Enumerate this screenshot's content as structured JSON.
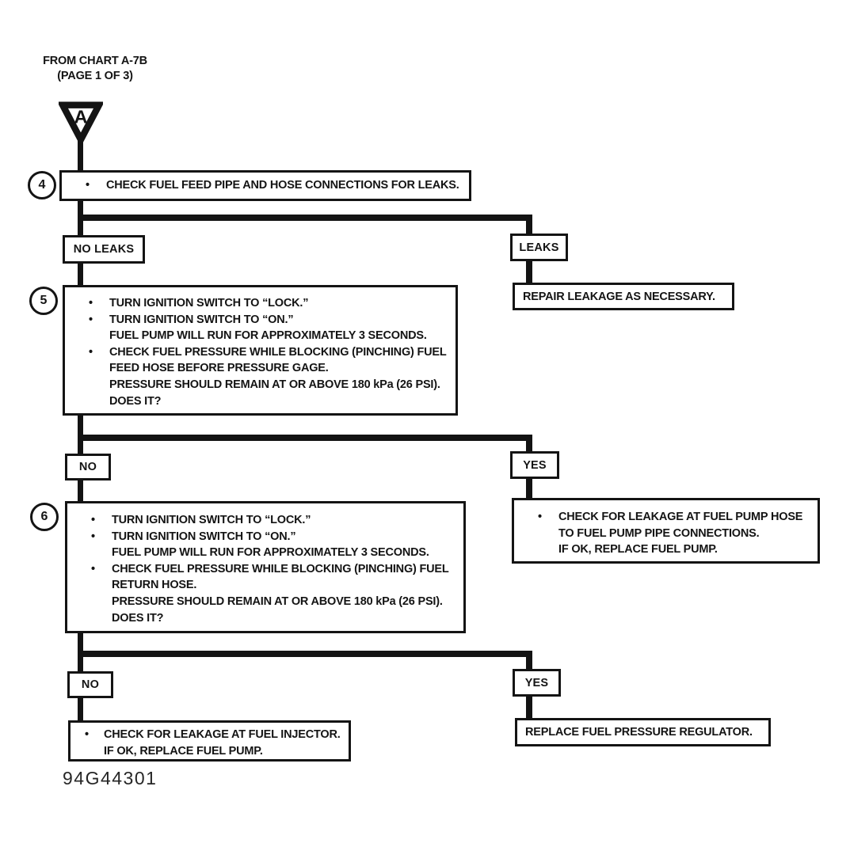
{
  "header": {
    "source_line1": "FROM CHART A-7B",
    "source_line2": "(PAGE 1 OF 3)",
    "connector_letter": "A"
  },
  "figure_number": "94G44301",
  "colors": {
    "ink": "#141414",
    "paper": "#ffffff"
  },
  "decision_labels": {
    "no_leaks": "NO LEAKS",
    "leaks": "LEAKS",
    "no_1": "NO",
    "yes_1": "YES",
    "no_2": "NO",
    "yes_2": "YES"
  },
  "steps": {
    "step4": {
      "number": "4",
      "lines": [
        {
          "marker": "•",
          "text": "CHECK FUEL FEED PIPE AND HOSE CONNECTIONS FOR LEAKS."
        }
      ]
    },
    "step5": {
      "number": "5",
      "lines": [
        {
          "marker": "•",
          "text": "TURN IGNITION SWITCH TO “LOCK.”"
        },
        {
          "marker": "•",
          "text": "TURN IGNITION SWITCH TO “ON.”"
        },
        {
          "marker": "",
          "text": "FUEL PUMP WILL RUN FOR APPROXIMATELY 3 SECONDS."
        },
        {
          "marker": "•",
          "text": "CHECK FUEL PRESSURE WHILE BLOCKING (PINCHING) FUEL"
        },
        {
          "marker": "",
          "text": "FEED HOSE BEFORE PRESSURE GAGE."
        },
        {
          "marker": "",
          "text": "PRESSURE SHOULD REMAIN AT OR ABOVE 180 kPa (26 PSI)."
        },
        {
          "marker": "",
          "text": "DOES IT?"
        }
      ]
    },
    "step6": {
      "number": "6",
      "lines": [
        {
          "marker": "•",
          "text": "TURN IGNITION SWITCH TO “LOCK.”"
        },
        {
          "marker": "•",
          "text": "TURN IGNITION SWITCH TO “ON.”"
        },
        {
          "marker": "",
          "text": "FUEL PUMP WILL RUN FOR APPROXIMATELY 3 SECONDS."
        },
        {
          "marker": "•",
          "text": "CHECK FUEL PRESSURE WHILE BLOCKING (PINCHING) FUEL"
        },
        {
          "marker": "",
          "text": "RETURN HOSE."
        },
        {
          "marker": "",
          "text": "PRESSURE SHOULD REMAIN AT OR ABOVE 180 kPa (26 PSI)."
        },
        {
          "marker": "",
          "text": "DOES IT?"
        }
      ]
    }
  },
  "results": {
    "repair_leakage": "REPAIR LEAKAGE AS NECESSARY.",
    "pump_hose": {
      "lines": [
        {
          "marker": "•",
          "text": "CHECK FOR LEAKAGE AT FUEL PUMP HOSE"
        },
        {
          "marker": "",
          "text": "TO FUEL PUMP PIPE CONNECTIONS."
        },
        {
          "marker": "",
          "text": "IF OK, REPLACE FUEL PUMP."
        }
      ]
    },
    "injector": {
      "lines": [
        {
          "marker": "•",
          "text": "CHECK FOR LEAKAGE AT FUEL INJECTOR."
        },
        {
          "marker": "",
          "text": "IF OK, REPLACE FUEL PUMP."
        }
      ]
    },
    "regulator": "REPLACE FUEL PRESSURE REGULATOR."
  }
}
